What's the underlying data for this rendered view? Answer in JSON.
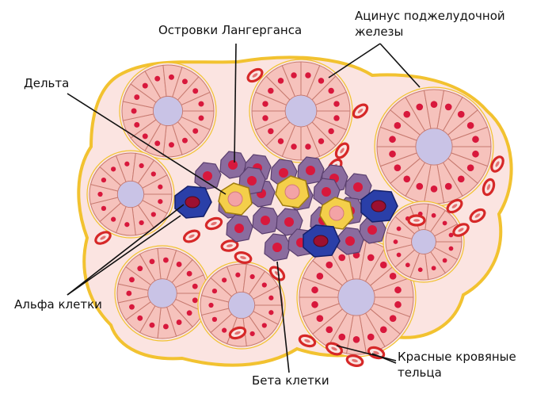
{
  "labels": {
    "islets": "Островки Лангерганса",
    "acinus_line1": "Ацинус поджелудочной",
    "acinus_line2": "железы",
    "delta": "Дельта",
    "alpha": "Альфа клетки",
    "rbc_line1": "Красные кровяные",
    "rbc_line2": "тельца",
    "beta": "Бета клетки"
  },
  "colors": {
    "tissue_border": "#f2c230",
    "tissue_fill": "#fbe4e1",
    "acinar_cell": "#f6c2bc",
    "cell_outline": "#c77a70",
    "acinus_lumen": "#c9c3e6",
    "nucleus": "#d8183c",
    "beta_cell": "#8a6c9e",
    "delta_cell": "#f4cf4a",
    "alpha_cell": "#2a3fa8",
    "red_blood_cell": "#d62828"
  }
}
